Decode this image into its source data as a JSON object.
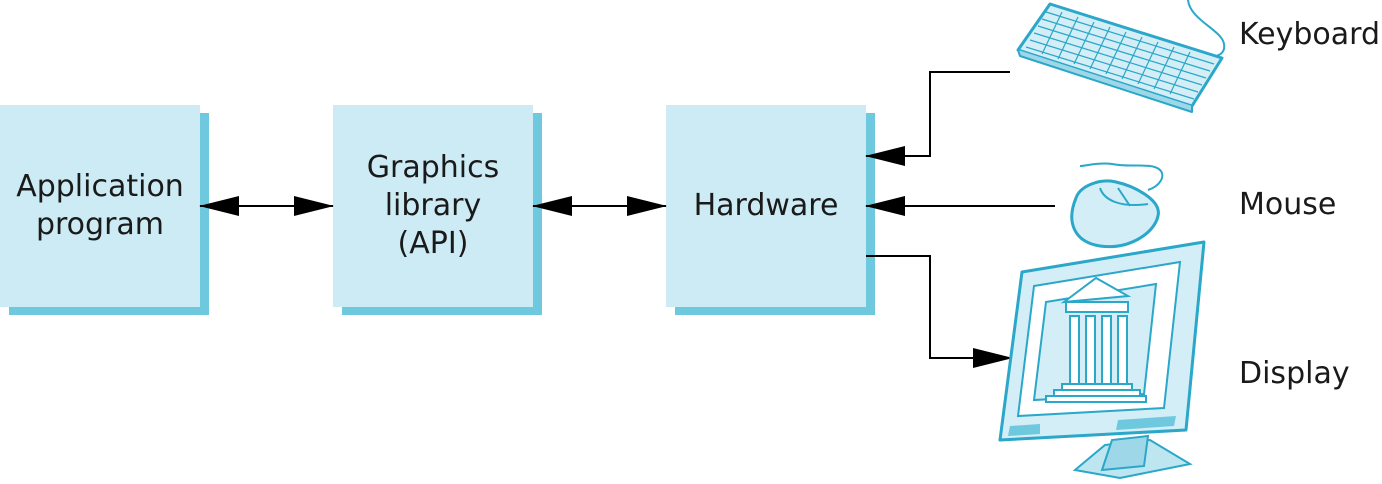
{
  "colors": {
    "box_fill": "#cdebf4",
    "box_shadow": "#6ec9df",
    "device_fill": "#d3eef6",
    "device_stroke": "#2aa7c9",
    "arrow": "#000000"
  },
  "blocks": {
    "application": {
      "line1": "Application",
      "line2": "program"
    },
    "graphics": {
      "line1": "Graphics",
      "line2": "library",
      "line3": "(API)"
    },
    "hardware": {
      "line1": "Hardware"
    }
  },
  "devices": {
    "keyboard": {
      "label": "Keyboard",
      "icon": "keyboard-icon"
    },
    "mouse": {
      "label": "Mouse",
      "icon": "mouse-icon"
    },
    "display": {
      "label": "Display",
      "icon": "monitor-icon"
    }
  }
}
